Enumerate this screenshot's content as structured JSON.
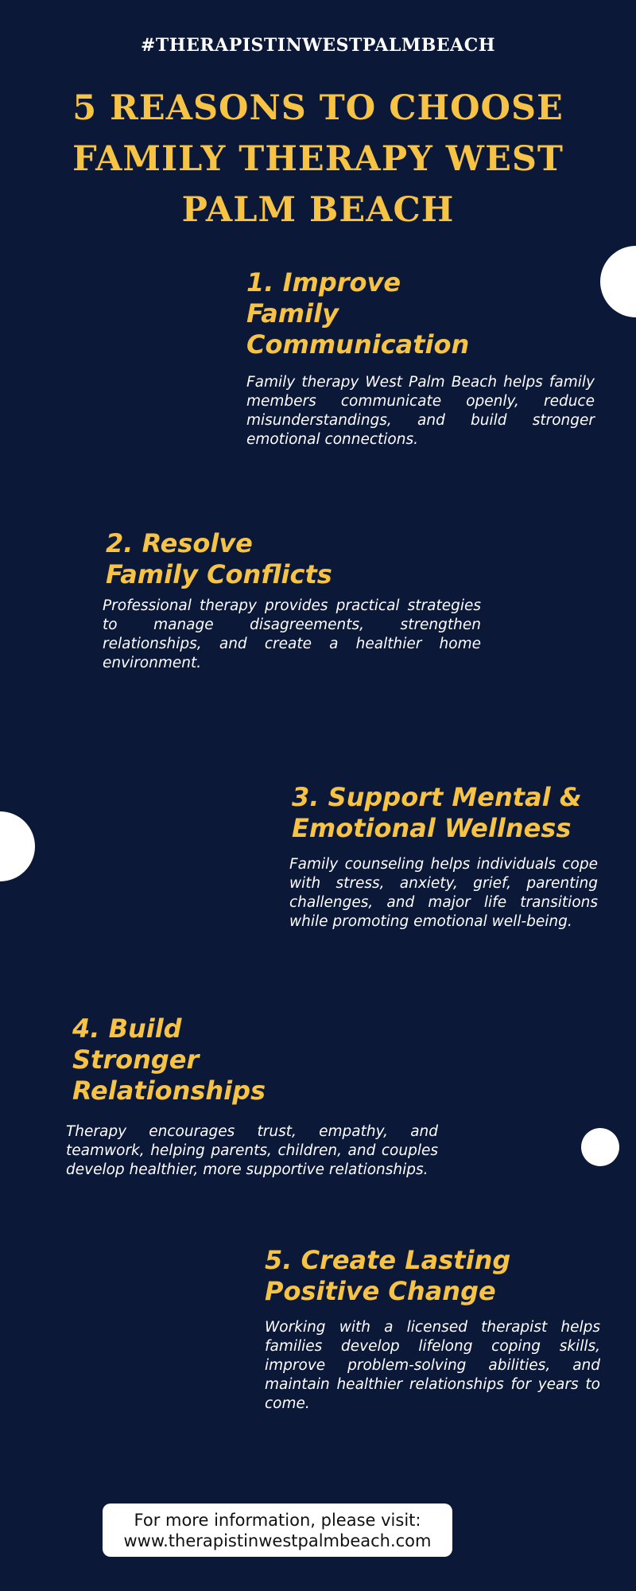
{
  "hashtag": "#THERAPISTINWESTPALMBEACH",
  "title": "5 REASONS TO CHOOSE FAMILY THERAPY WEST PALM BEACH",
  "reasons": [
    {
      "title": "1. Improve Family Communication",
      "body": "Family therapy West Palm Beach helps family members communicate openly, reduce misunderstandings, and build stronger emotional connections."
    },
    {
      "title": "2. Resolve Family Conflicts",
      "body": "Professional therapy provides practical strategies to manage disagreements, strengthen relationships, and create a healthier home environment."
    },
    {
      "title": "3. Support Mental & Emotional Wellness",
      "body": "Family counseling helps individuals cope with stress, anxiety, grief, parenting challenges, and major life transitions while promoting emotional well-being."
    },
    {
      "title": "4. Build Stronger Relationships",
      "body": "Therapy encourages trust, empathy, and teamwork, helping parents, children, and couples develop healthier, more supportive relationships."
    },
    {
      "title": "5. Create Lasting Positive Change",
      "body": "Working with a licensed therapist helps families develop lifelong coping skills, improve problem-solving abilities, and maintain healthier relationships for years to come."
    }
  ],
  "info": {
    "line1": "For more information, please visit:",
    "line2": "www.therapistinwestpalmbeach.com"
  },
  "colors": {
    "background": "#0b1838",
    "accent": "#f7c344",
    "text": "#ffffff"
  }
}
